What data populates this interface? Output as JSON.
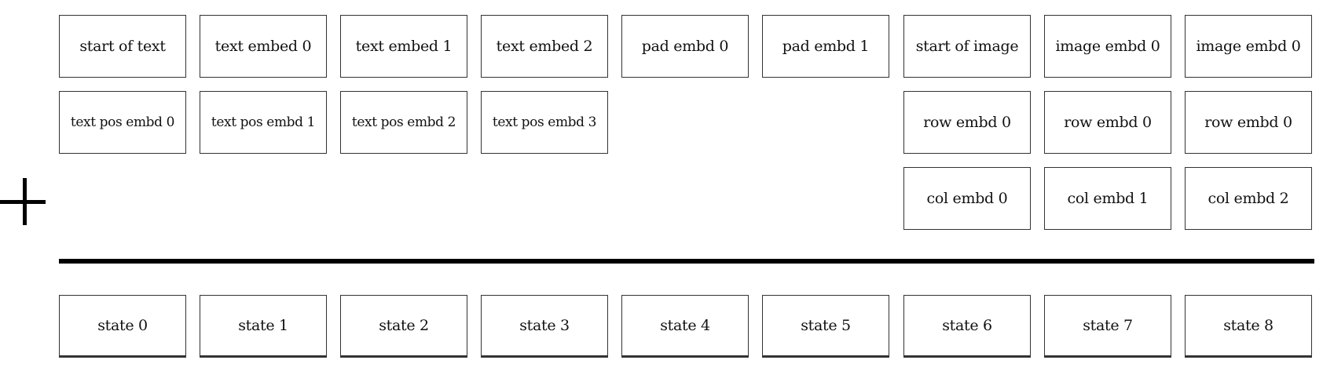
{
  "row1": [
    "start of text",
    "text embed 0",
    "text embed 1",
    "text embed 2",
    "pad embd 0",
    "pad embd 1",
    "start of image",
    "image embd 0",
    "image embd 0"
  ],
  "row2_text": [
    "text pos embd 0",
    "text pos embd 1",
    "text pos embd 2",
    "text pos embd 3"
  ],
  "row2_image": [
    "row embd 0",
    "row embd 0",
    "row embd 0"
  ],
  "row3_image": [
    "col embd 0",
    "col embd 1",
    "col embd 2"
  ],
  "states": [
    "state 0",
    "state 1",
    "state 2",
    "state 3",
    "state 4",
    "state 5",
    "state 6",
    "state 7",
    "state 8"
  ]
}
